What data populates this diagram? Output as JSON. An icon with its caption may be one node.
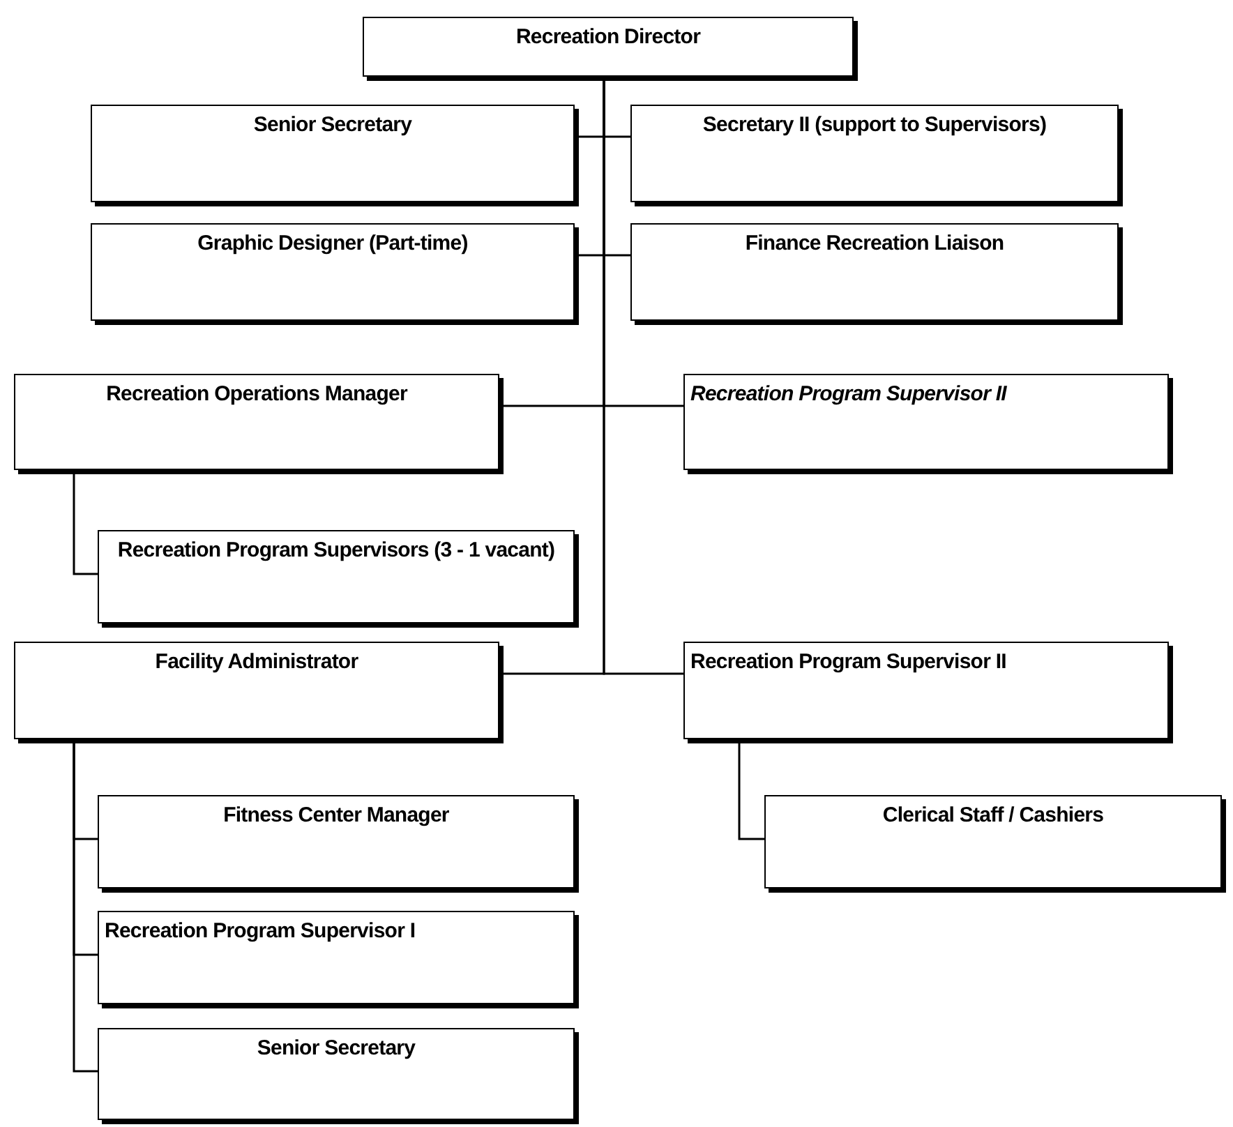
{
  "diagram": {
    "nodes": [
      {
        "text": [
          "Recreation Director"
        ]
      },
      {
        "text": [
          "Senior Secretary"
        ]
      },
      {
        "text": [
          "Secretary II (support to Supervisors)"
        ]
      },
      {
        "text": [
          "Graphic Designer (Part-time)"
        ]
      },
      {
        "text": [
          "Finance Recreation Liaison"
        ]
      },
      {
        "text": [
          "Recreation Operations Manager"
        ]
      },
      {
        "text": [
          "Recreation Program Supervisor II"
        ]
      },
      {
        "text": [
          "Recreation Program Supervisors (3 - 1 vacant)"
        ]
      },
      {
        "text": [
          "Facility Administrator"
        ]
      },
      {
        "text": [
          "Recreation Program Supervisor II"
        ]
      },
      {
        "text": [
          "Fitness Center Manager"
        ]
      },
      {
        "text": [
          "Recreation Program Supervisor I"
        ]
      },
      {
        "text": [
          "Senior Secretary"
        ]
      },
      {
        "text": [
          "Clerical Staff / Cashiers"
        ]
      }
    ],
    "edges": [
      {
        "from": 0,
        "to": 1,
        "arrow": "none"
      },
      {
        "from": 0,
        "to": 2,
        "arrow": "none"
      },
      {
        "from": 0,
        "to": 3,
        "arrow": "none"
      },
      {
        "from": 0,
        "to": 4,
        "arrow": "none"
      },
      {
        "from": 0,
        "to": 5,
        "arrow": "none"
      },
      {
        "from": 0,
        "to": 6,
        "arrow": "none"
      },
      {
        "from": 0,
        "to": 8,
        "arrow": "none"
      },
      {
        "from": 0,
        "to": 9,
        "arrow": "none"
      },
      {
        "from": 5,
        "to": 7,
        "arrow": "none"
      },
      {
        "from": 8,
        "to": 10,
        "arrow": "none"
      },
      {
        "from": 8,
        "to": 11,
        "arrow": "none"
      },
      {
        "from": 8,
        "to": 12,
        "arrow": "none"
      },
      {
        "from": 9,
        "to": 13,
        "arrow": "none"
      }
    ]
  }
}
